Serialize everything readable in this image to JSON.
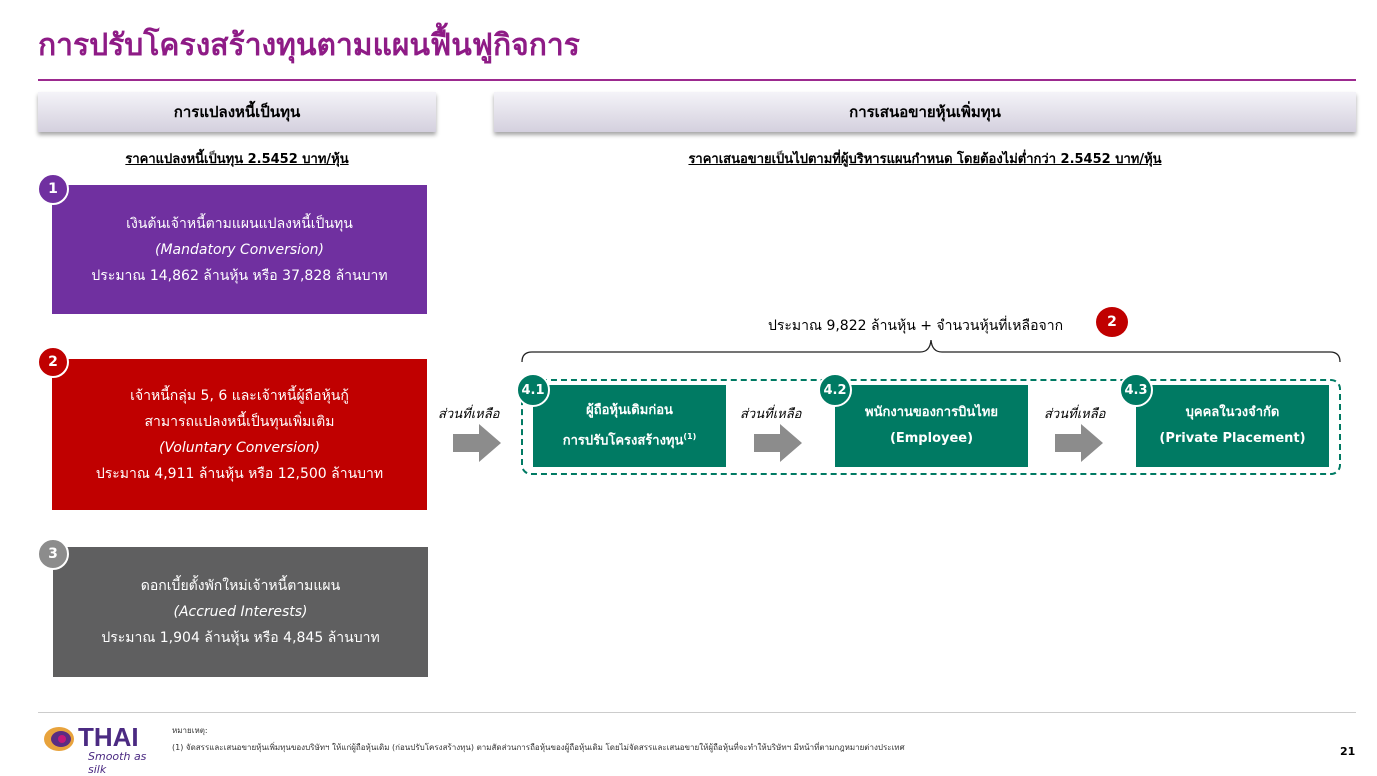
{
  "title": "การปรับโครงสร้างทุนตามแผนฟื้นฟูกิจการ",
  "left": {
    "header": "การแปลงหนี้เป็นทุน",
    "subtitle": "ราคาแปลงหนี้เป็นทุน 2.5452 บาท/หุ้น",
    "items": [
      {
        "num": "1",
        "line1": "เงินต้นเจ้าหนี้ตามแผนแปลงหนี้เป็นทุน",
        "line2": "",
        "en": "(Mandatory Conversion)",
        "amount": "ประมาณ 14,862 ล้านหุ้น หรือ 37,828 ล้านบาท",
        "color": "#7030a0"
      },
      {
        "num": "2",
        "line1": "เจ้าหนี้กลุ่ม 5, 6 และเจ้าหนี้ผู้ถือหุ้นกู้",
        "line2": "สามารถแปลงหนี้เป็นทุนเพิ่มเติม",
        "en": "(Voluntary Conversion)",
        "amount": "ประมาณ 4,911 ล้านหุ้น หรือ 12,500 ล้านบาท",
        "color": "#c00000"
      },
      {
        "num": "3",
        "line1": "ดอกเบี้ยตั้งพักใหม่เจ้าหนี้ตามแผน",
        "line2": "",
        "en": "(Accrued Interests)",
        "amount": "ประมาณ 1,904 ล้านหุ้น หรือ 4,845 ล้านบาท",
        "color": "#5f5f60"
      }
    ]
  },
  "right": {
    "header": "การเสนอขายหุ้นเพิ่มทุน",
    "subtitle": "ราคาเสนอขายเป็นไปตามที่ผู้บริหารแผนกำหนด โดยต้องไม่ต่ำกว่า 2.5452 บาท/หุ้น",
    "brace_label": "ประมาณ 9,822 ล้านหุ้น + จำนวนหุ้นที่เหลือจาก",
    "brace_ref": "2",
    "remainder_label": "ส่วนที่เหลือ",
    "steps": [
      {
        "num": "4.1",
        "line1": "ผู้ถือหุ้นเดิมก่อน",
        "line2": "การปรับโครงสร้างทุน",
        "sup": "(1)"
      },
      {
        "num": "4.2",
        "line1": "พนักงานของการบินไทย",
        "line2": "(Employee)",
        "sup": ""
      },
      {
        "num": "4.3",
        "line1": "บุคคลในวงจำกัด",
        "line2": "(Private Placement)",
        "sup": ""
      }
    ]
  },
  "footer": {
    "logo_text": "THAI",
    "logo_tagline": "Smooth as silk",
    "note_title": "หมายเหตุ:",
    "note": "(1) จัดสรรและเสนอขายหุ้นเพิ่มทุนของบริษัทฯ ให้แก่ผู้ถือหุ้นเดิม (ก่อนปรับโครงสร้างทุน) ตามสัดส่วนการถือหุ้นของผู้ถือหุ้นเดิม โดยไม่จัดสรรและเสนอขายให้ผู้ถือหุ้นที่จะทำให้บริษัทฯ มีหน้าที่ตามกฎหมายต่างประเทศ",
    "page": "21"
  }
}
